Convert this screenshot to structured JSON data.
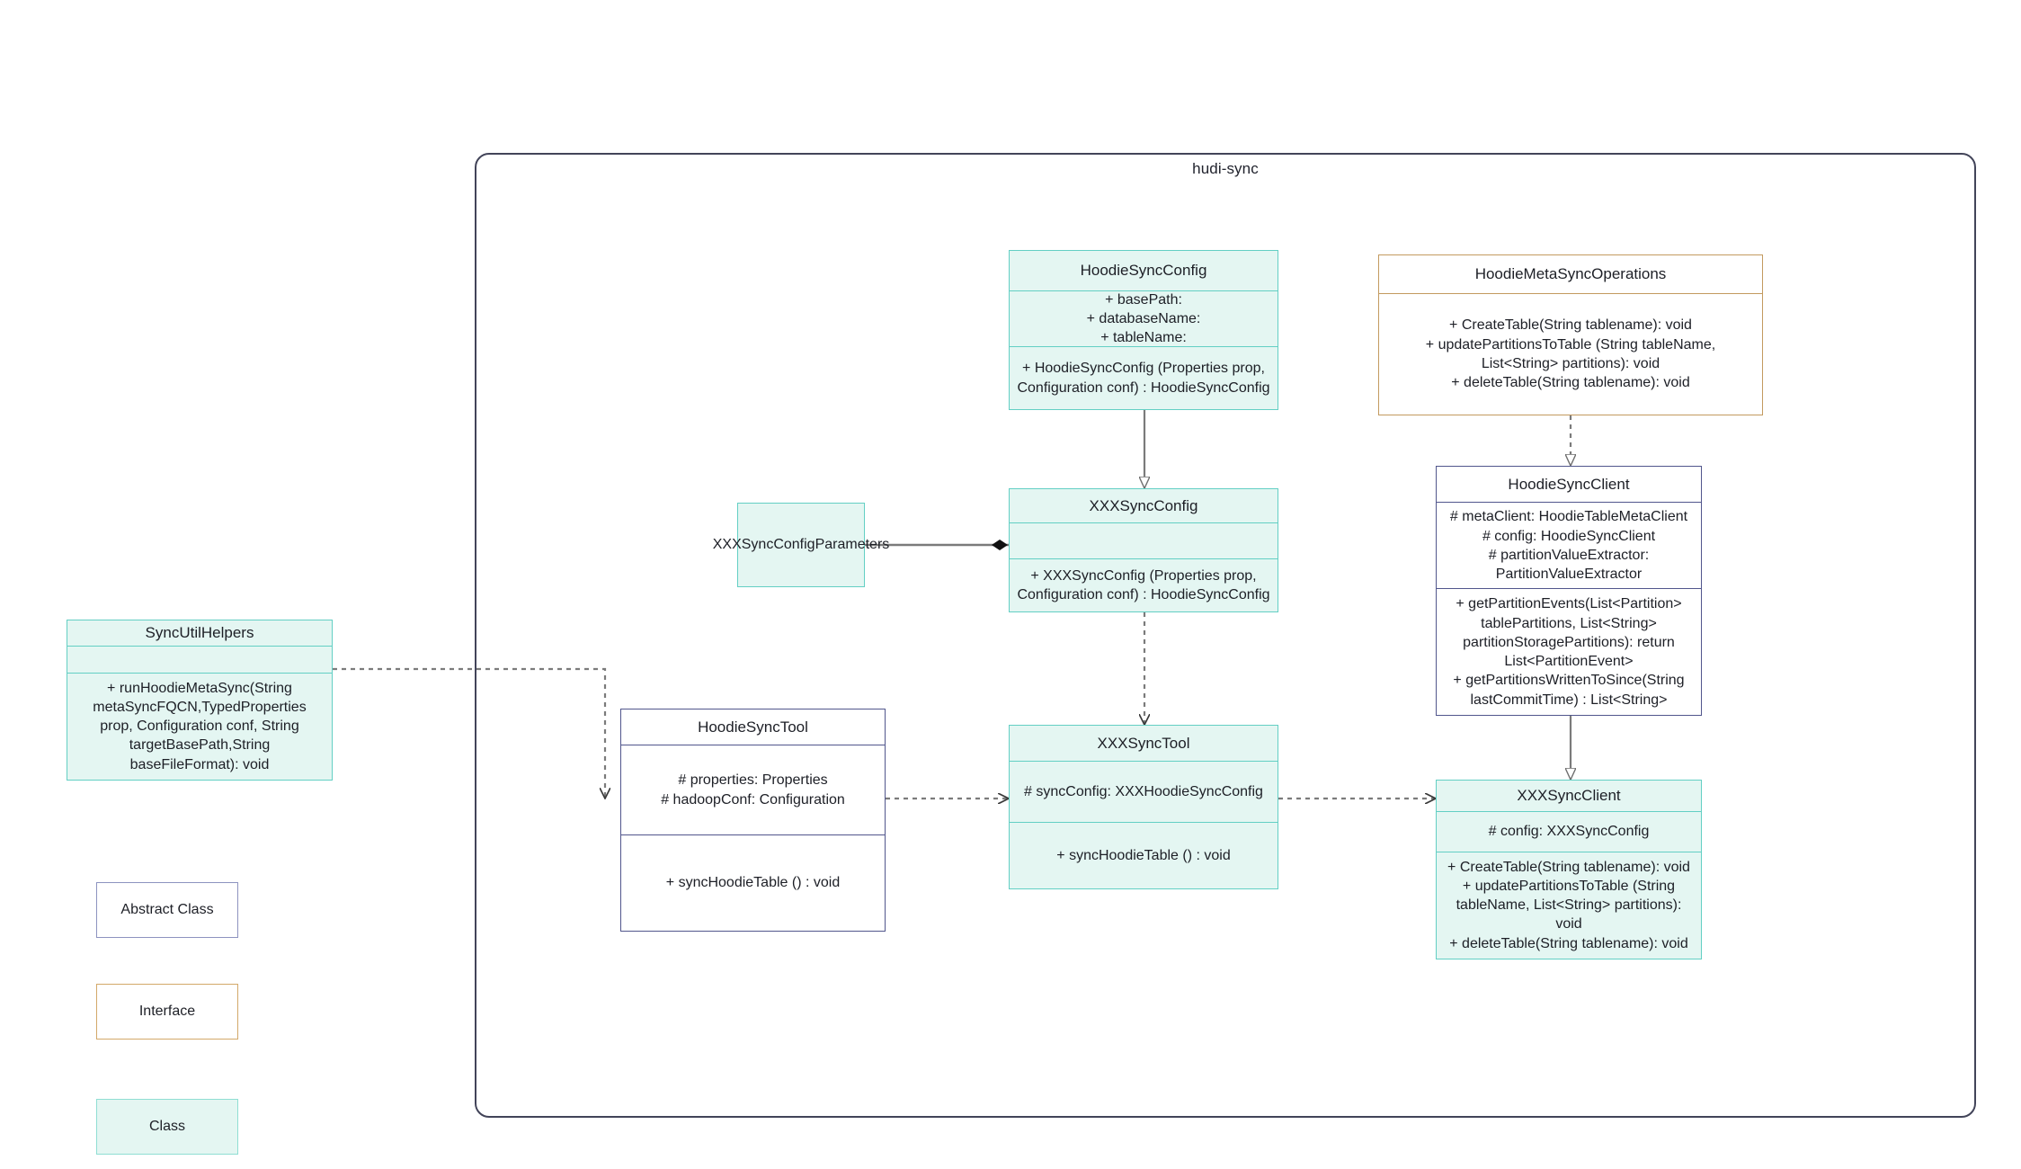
{
  "package": {
    "title": "hudi-sync"
  },
  "classes": {
    "hoodie_sync_config": {
      "name": "HoodieSyncConfig",
      "attributes": [
        "+    basePath:",
        "+   databaseName:",
        "+    tableName:"
      ],
      "methods": [
        "+   HoodieSyncConfig (Properties prop, Configuration conf) : HoodieSyncConfig"
      ]
    },
    "hoodie_meta_sync_operations": {
      "name": "HoodieMetaSyncOperations",
      "methods": [
        "+   CreateTable(String tablename): void",
        "+   updatePartitionsToTable (String tableName, List<String> partitions): void",
        "+   deleteTable(String tablename): void"
      ]
    },
    "xxx_sync_config": {
      "name": "XXXSyncConfig",
      "attributes": [],
      "methods": [
        "+   XXXSyncConfig (Properties prop, Configuration conf) : HoodieSyncConfig"
      ]
    },
    "xxx_sync_config_parameters": {
      "name": "XXXSyncConfigParameters"
    },
    "hoodie_sync_client": {
      "name": "HoodieSyncClient",
      "attributes": [
        "#   metaClient: HoodieTableMetaClient",
        "#   config: HoodieSyncClient",
        "#    partitionValueExtractor: PartitionValueExtractor"
      ],
      "methods": [
        "+   getPartitionEvents(List<Partition> tablePartitions, List<String> partitionStoragePartitions): return List<PartitionEvent>",
        "+   getPartitionsWrittenToSince(String lastCommitTime) : List<String>"
      ]
    },
    "sync_util_helpers": {
      "name": "SyncUtilHelpers",
      "attributes": [],
      "methods": [
        "+      runHoodieMetaSync(String metaSyncFQCN,TypedProperties prop, Configuration conf, String targetBasePath,String baseFileFormat): void"
      ]
    },
    "hoodie_sync_tool": {
      "name": "HoodieSyncTool",
      "attributes": [
        "#   properties: Properties",
        "#   hadoopConf: Configuration"
      ],
      "methods": [
        "+   syncHoodieTable () : void"
      ]
    },
    "xxx_sync_tool": {
      "name": "XXXSyncTool",
      "attributes": [
        "#   syncConfig: XXXHoodieSyncConfig"
      ],
      "methods": [
        "+   syncHoodieTable () : void"
      ]
    },
    "xxx_sync_client": {
      "name": "XXXSyncClient",
      "attributes": [
        "#    config: XXXSyncConfig"
      ],
      "methods": [
        "+   CreateTable(String tablename): void",
        "+    updatePartitionsToTable (String tableName, List<String> partitions): void",
        "+   deleteTable(String tablename): void"
      ]
    }
  },
  "legend": {
    "abstract_class": "Abstract Class",
    "interface": "Interface",
    "class": "Class"
  },
  "colors": {
    "class_fill": "#e4f6f2",
    "class_border": "#63cfc4",
    "abstract_border": "#51568c",
    "interface_border": "#c39a5f",
    "package_border": "#424459",
    "connector": "#7b7b7b",
    "connector_dark": "#5a5a5a",
    "text": "#1d1f26"
  }
}
